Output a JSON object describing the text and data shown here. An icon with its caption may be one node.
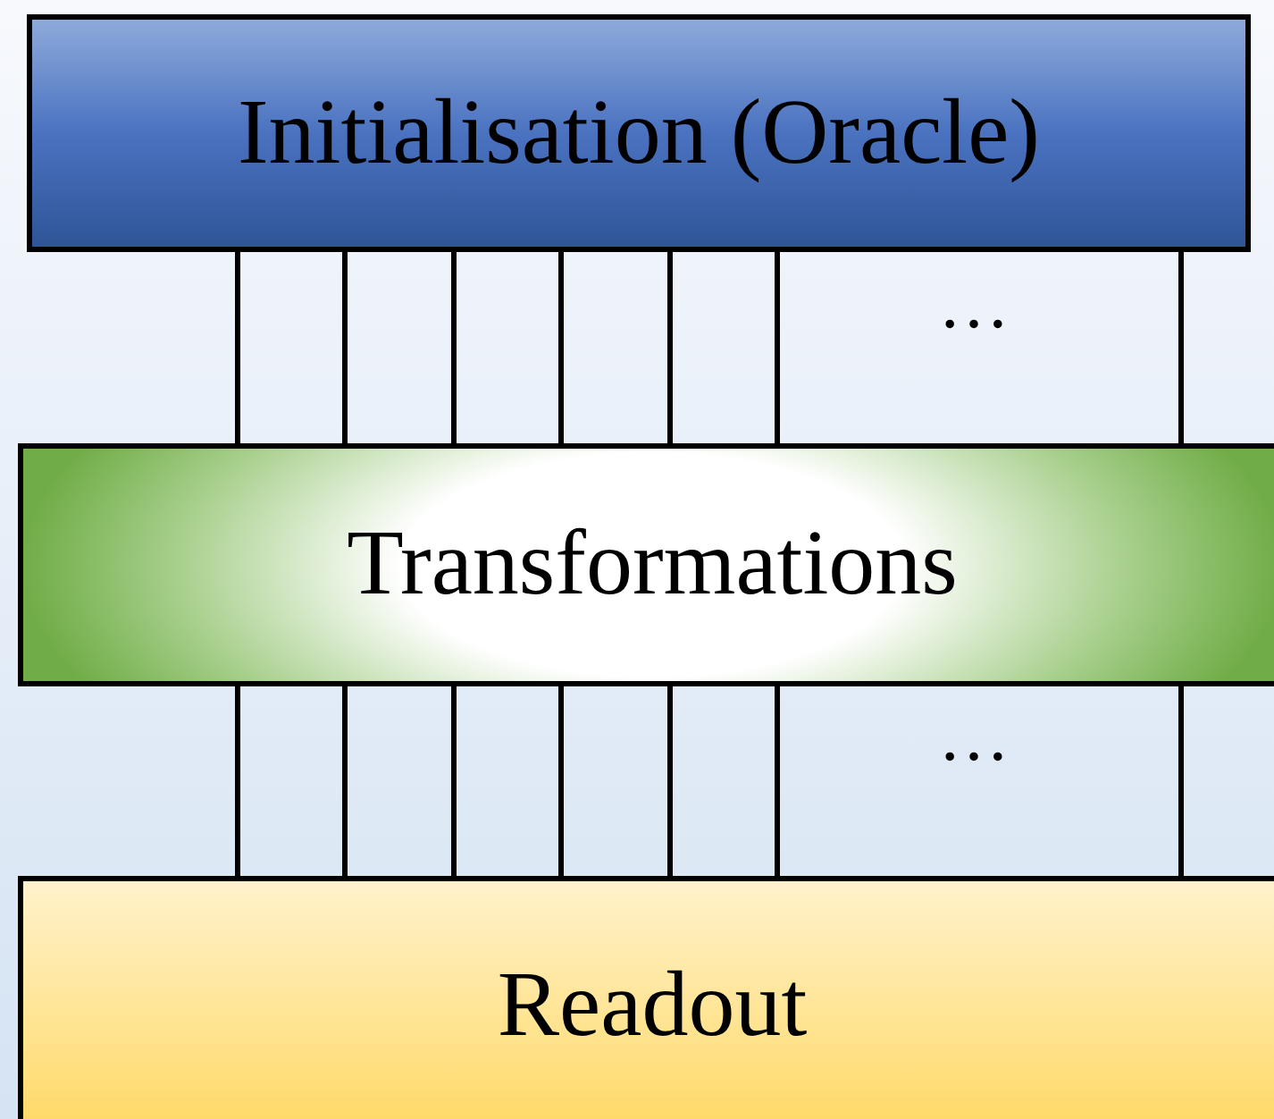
{
  "diagram": {
    "nodes": [
      {
        "text": [
          "Initialisation (Oracle)"
        ]
      },
      {
        "text": [
          "Transformations"
        ]
      },
      {
        "text": [
          "Readout"
        ]
      }
    ],
    "edges": [
      {
        "from": 0,
        "to": 1,
        "arrow": "none"
      },
      {
        "from": 0,
        "to": 1,
        "arrow": "none"
      },
      {
        "from": 0,
        "to": 1,
        "arrow": "none"
      },
      {
        "from": 0,
        "to": 1,
        "arrow": "none"
      },
      {
        "from": 0,
        "to": 1,
        "arrow": "none"
      },
      {
        "from": 0,
        "to": 1,
        "arrow": "none"
      },
      {
        "from": 0,
        "to": 1,
        "arrow": "none"
      },
      {
        "from": 1,
        "to": 2,
        "arrow": "none"
      },
      {
        "from": 1,
        "to": 2,
        "arrow": "none"
      },
      {
        "from": 1,
        "to": 2,
        "arrow": "none"
      },
      {
        "from": 1,
        "to": 2,
        "arrow": "none"
      },
      {
        "from": 1,
        "to": 2,
        "arrow": "none"
      },
      {
        "from": 1,
        "to": 2,
        "arrow": "none"
      },
      {
        "from": 1,
        "to": 2,
        "arrow": "none"
      }
    ],
    "labels": [
      "…",
      "…"
    ]
  }
}
